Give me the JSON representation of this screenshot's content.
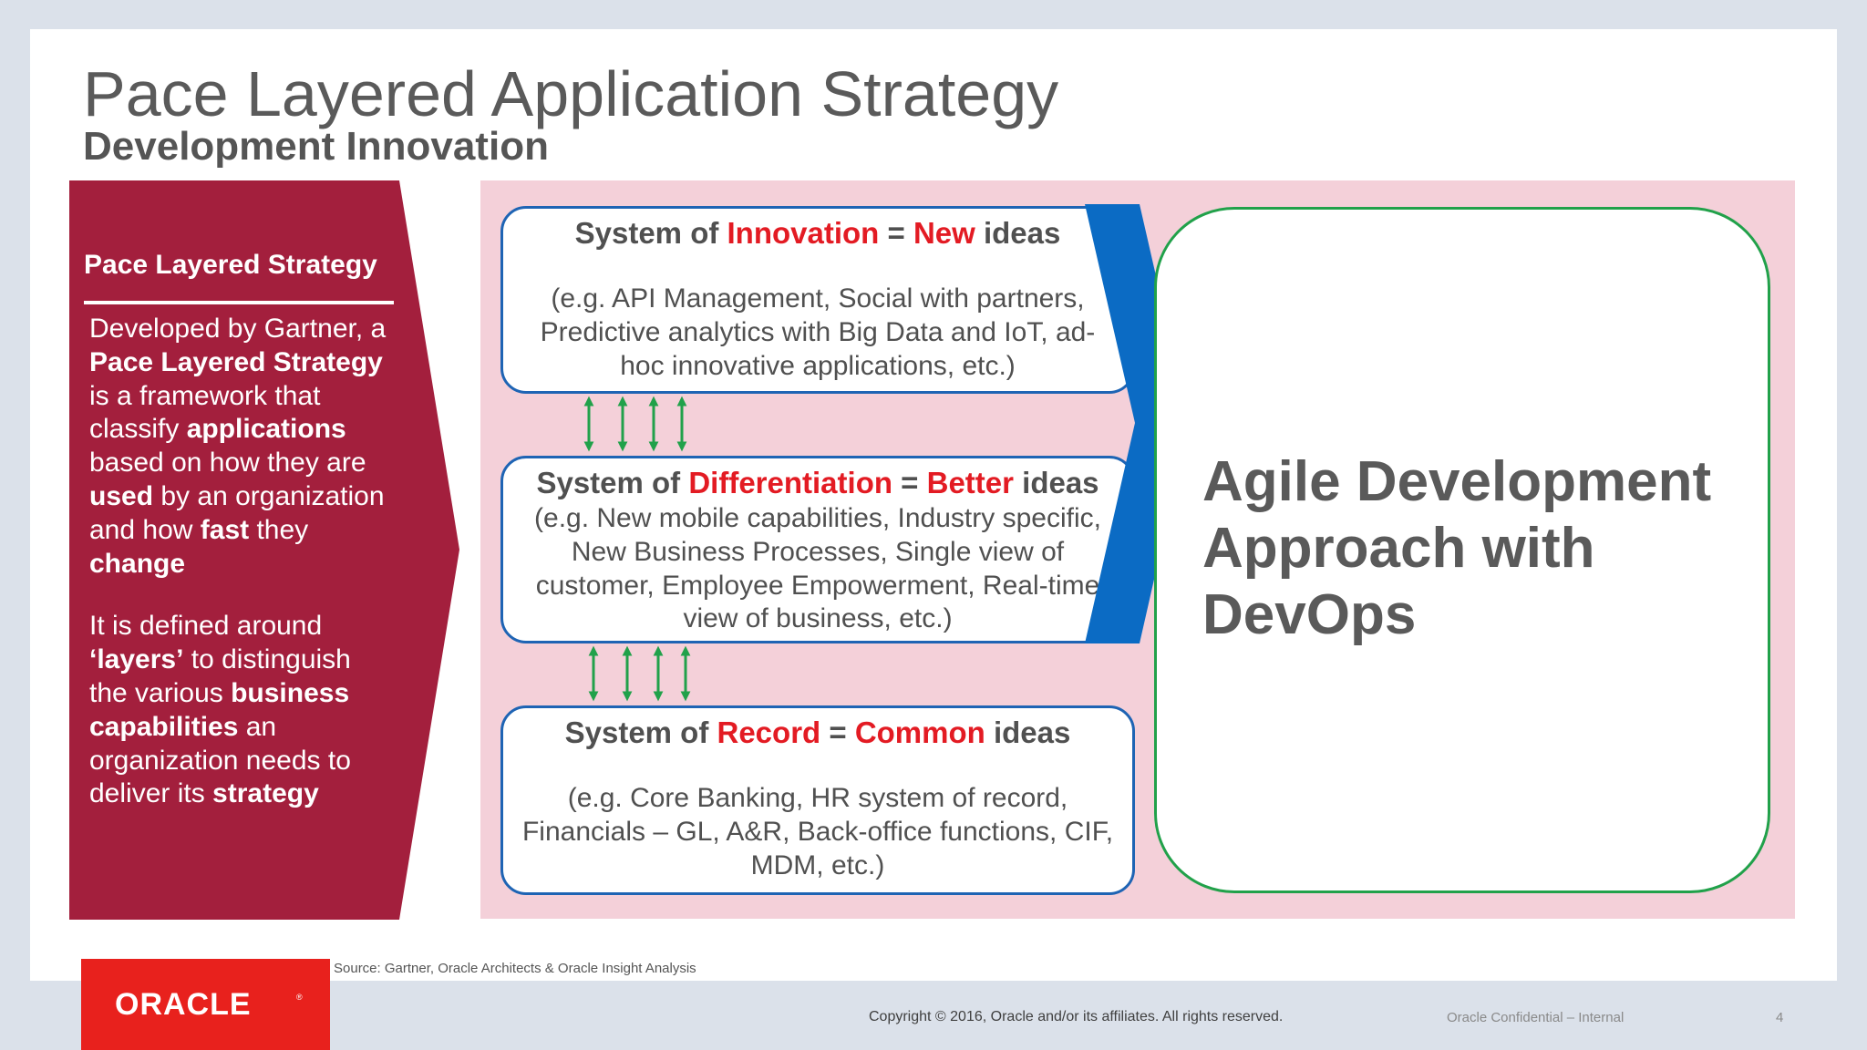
{
  "header": {
    "title": "Pace Layered Application Strategy",
    "subtitle": "Development Innovation"
  },
  "left_panel": {
    "heading": "Pace Layered Strategy",
    "p1": [
      {
        "t": "Developed by Gartner, a ",
        "b": false
      },
      {
        "t": "Pace Layered Strategy",
        "b": true
      },
      {
        "t": " is a framework that classify ",
        "b": false
      },
      {
        "t": "applications",
        "b": true
      },
      {
        "t": " based on how they are ",
        "b": false
      },
      {
        "t": "used",
        "b": true
      },
      {
        "t": " by an organization and how ",
        "b": false
      },
      {
        "t": "fast",
        "b": true
      },
      {
        "t": " they ",
        "b": false
      },
      {
        "t": "change",
        "b": true
      }
    ],
    "p2": [
      {
        "t": "It is defined around ",
        "b": false
      },
      {
        "t": "‘layers’",
        "b": true
      },
      {
        "t": " to distinguish the various ",
        "b": false
      },
      {
        "t": "business capabilities",
        "b": true
      },
      {
        "t": " an organization needs to deliver its ",
        "b": false
      },
      {
        "t": "strategy",
        "b": true
      }
    ]
  },
  "layers": {
    "innovation": {
      "prefix": "System of ",
      "system": "Innovation",
      "mid": " = ",
      "idea": "New",
      "suffix": " ideas",
      "description": "(e.g. API Management, Social with partners, Predictive analytics with Big Data and IoT, ad-hoc innovative applications, etc.)"
    },
    "differentiation": {
      "prefix": "System of ",
      "system": "Differentiation",
      "mid": " = ",
      "idea": "Better",
      "suffix": " ideas",
      "description": "(e.g. New mobile capabilities, Industry specific, New Business Processes, Single view of customer, Employee Empowerment, Real-time view of business, etc.)"
    },
    "record": {
      "prefix": "System of ",
      "system": "Record",
      "mid": " = ",
      "idea": "Common",
      "suffix": " ideas",
      "description": "(e.g. Core Banking, HR system of record, Financials – GL, A&R, Back-office functions, CIF, MDM, etc.)"
    }
  },
  "agile": {
    "text": "Agile Development Approach with DevOps"
  },
  "footer": {
    "source": "Source: Gartner, Oracle Architects & Oracle Insight Analysis",
    "copyright": "Copyright © 2016, Oracle and/or its affiliates. All rights reserved.",
    "confidential": "Oracle Confidential – Internal",
    "page_number": "4",
    "logo_text": "ORACLE"
  },
  "colors": {
    "panel_red": "#a31f3d",
    "pink_background": "#f4d0d9",
    "accent_red": "#e31b23",
    "box_border_blue": "#1e64b4",
    "chevron_blue": "#0b6bc4",
    "arrow_green": "#21a14a",
    "oracle_red": "#e8211d"
  }
}
